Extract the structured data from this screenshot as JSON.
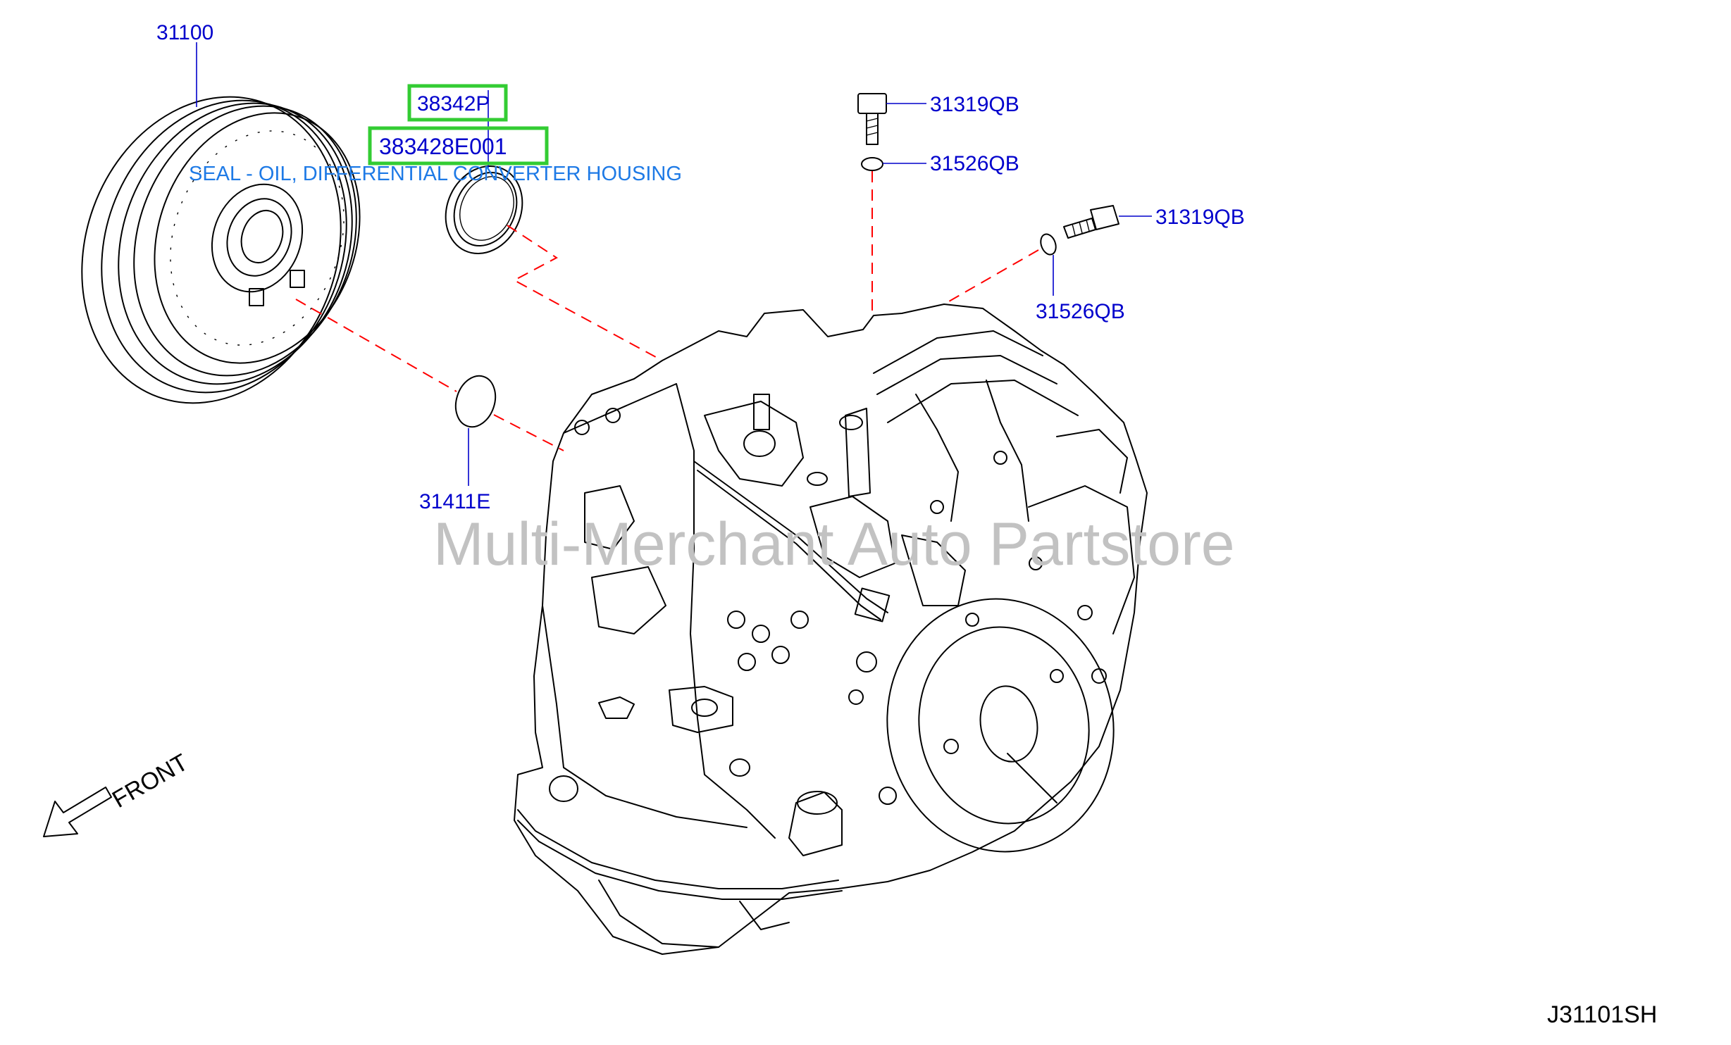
{
  "parts": {
    "torque_converter": "31100",
    "seal_kit": "38342P",
    "seal": "383428E001",
    "seal_description": "SEAL - OIL, DIFFERENTIAL CONVERTER HOUSING",
    "bolt_top": "31319QB",
    "oring_top": "31526QB",
    "bolt_right": "31319QB",
    "oring_right": "31526QB",
    "oring_converter": "31411E"
  },
  "highlight_color": "#33cc33",
  "label_color": "#0000cc",
  "callout_line_color": "#ff0000",
  "front_label": "FRONT",
  "watermark": "Multi-Merchant Auto Partstore",
  "diagram_code": "J31101SH"
}
